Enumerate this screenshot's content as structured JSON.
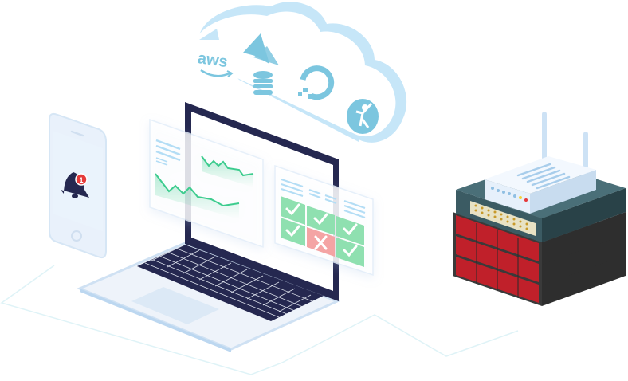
{
  "illustration": {
    "title": "Cloud, laptop monitoring dashboard, phone notification and server rack",
    "colors": {
      "cloud": "#c6e6f8",
      "cloud_logo": "#7cc6df",
      "laptop_frame": "#252850",
      "laptop_body": "#eef3fa",
      "chart_line": "#3ccc8e",
      "check_green": "#8fe0b0",
      "cross_red": "#f4a4a4",
      "badge_red": "#e53a3a",
      "server_red": "#c0202a",
      "router_white": "#e6f0fb",
      "switch_teal": "#3b5b63"
    },
    "cloud": {
      "logos": [
        {
          "name": "aws",
          "label": "aws"
        },
        {
          "name": "azure",
          "label": ""
        },
        {
          "name": "database",
          "label": ""
        },
        {
          "name": "digitalocean",
          "label": ""
        },
        {
          "name": "linode",
          "label": ""
        }
      ]
    },
    "phone": {
      "notification_count": "1"
    },
    "status_grid": {
      "cells": [
        "check",
        "check",
        "check",
        "check",
        "cross",
        "check"
      ]
    }
  }
}
